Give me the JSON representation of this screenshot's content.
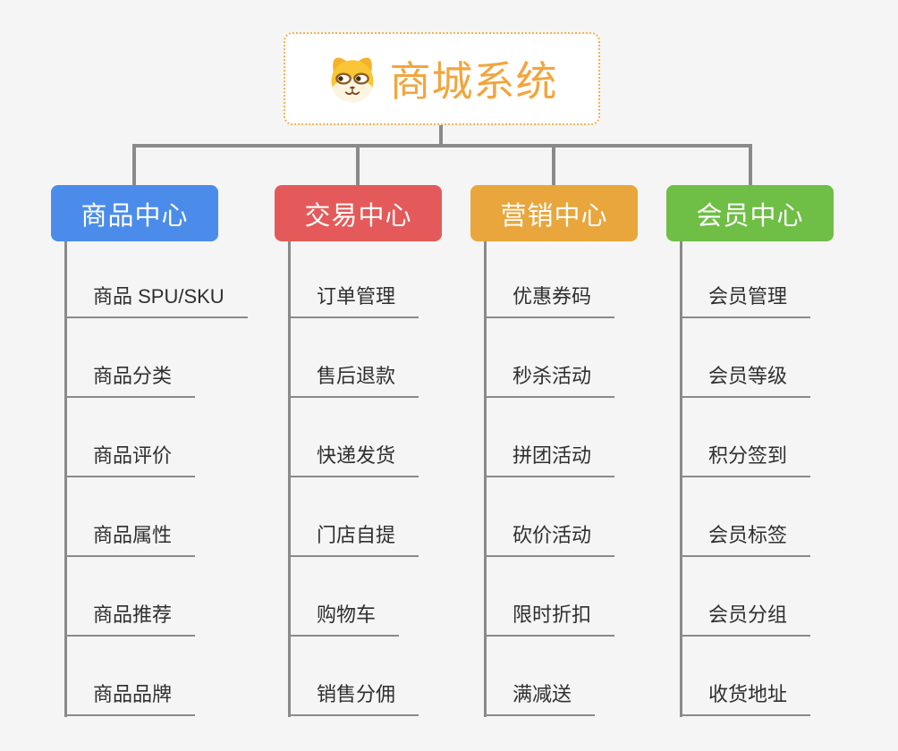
{
  "background_color": "#f5f5f5",
  "connector_color": "#8a8a8a",
  "root": {
    "title": "商城系统",
    "icon": "dog-face-icon",
    "border_color": "#f5b04f",
    "text_color": "#f2a53d",
    "fill_color": "#ffffff"
  },
  "branches": [
    {
      "label": "商品中心",
      "color": "#4b8cea",
      "items": [
        "商品 SPU/SKU",
        "商品分类",
        "商品评价",
        "商品属性",
        "商品推荐",
        "商品品牌"
      ]
    },
    {
      "label": "交易中心",
      "color": "#e45a5a",
      "items": [
        "订单管理",
        "售后退款",
        "快递发货",
        "门店自提",
        "购物车",
        "销售分佣"
      ]
    },
    {
      "label": "营销中心",
      "color": "#e9a63d",
      "items": [
        "优惠券码",
        "秒杀活动",
        "拼团活动",
        "砍价活动",
        "限时折扣",
        "满减送"
      ]
    },
    {
      "label": "会员中心",
      "color": "#6fbe45",
      "items": [
        "会员管理",
        "会员等级",
        "积分签到",
        "会员标签",
        "会员分组",
        "收货地址"
      ]
    }
  ]
}
